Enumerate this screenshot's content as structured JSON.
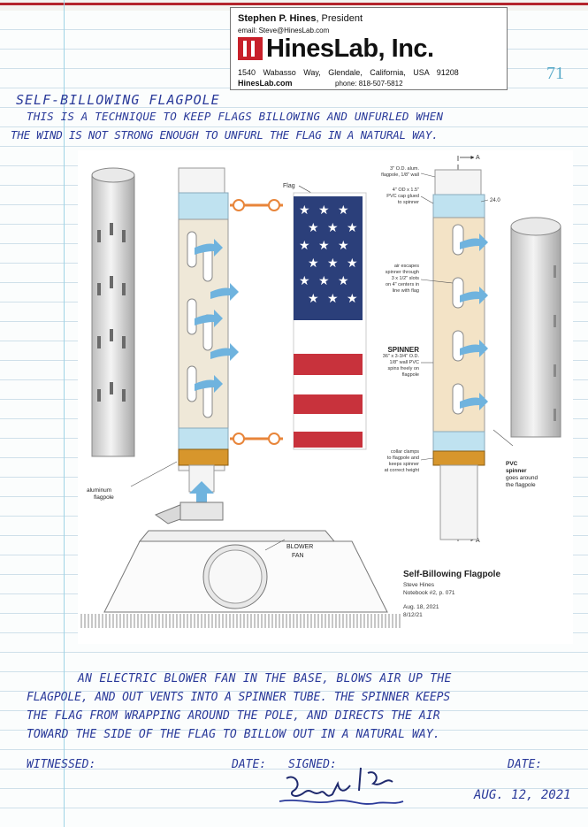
{
  "page_number": "71",
  "business_card": {
    "name": "Stephen P. Hines",
    "role": ", President",
    "email": "email: Steve@HinesLab.com",
    "company": "HinesLab, Inc.",
    "address": "1540 Wabasso Way, Glendale, California, USA 91208",
    "website": "HinesLab.com",
    "phone": "phone: 818-507-5812"
  },
  "title": "Self-Billowing Flagpole",
  "intro_line1": "This is a technique to keep flags billowing and unfurled when",
  "intro_line2": "the wind is not strong enough to unfurl the flag in a natural way.",
  "figure": {
    "labels": {
      "flag": "Flag",
      "section_a_top": "A",
      "section_a_bottom": "A",
      "pole_spec_1": "3\" O.D. alum.",
      "pole_spec_2": "flagpole, 1/8\" wall",
      "cap_spec_1": "4\" OD x 1.5\"",
      "cap_spec_2": "PVC cap glued",
      "cap_spec_3": "to spinner",
      "dim": "24.0",
      "air_1": "air escapes",
      "air_2": "spinner through",
      "air_3": "3 x 1/2\" slots",
      "air_4": "on 4\" centers in",
      "air_5": "line with flag",
      "spinner_title": "SPINNER",
      "spinner_1": "36\" x 3-3/4\" O.D.",
      "spinner_2": "1/8\" wall PVC",
      "spinner_3": "spins freely on",
      "spinner_4": "flagpole",
      "collar_1": "collar clamps",
      "collar_2": "to flagpole and",
      "collar_3": "keeps spinner",
      "collar_4": "at correct height",
      "pvc_1": "PVC",
      "pvc_2": "spinner",
      "pvc_3": "goes around",
      "pvc_4": "the flagpole",
      "alum_1": "aluminum",
      "alum_2": "flagpole",
      "blower_1": "BLOWER",
      "blower_2": "FAN",
      "caption_title": "Self-Billowing Flagpole",
      "caption_author": "Steve Hines",
      "caption_notebook": "Notebook #2, p. 071",
      "caption_date1": "Aug. 18, 2021",
      "caption_date2": "8/12/21"
    },
    "colors": {
      "flag_blue": "#2b3f7a",
      "flag_red": "#c8323c",
      "collar_orange": "#d7962c",
      "cap_blue": "#bfe2f0",
      "spinner_tan": "#f3e3c6",
      "arrow_blue": "#6fb3de",
      "connector_orange": "#e8853a"
    }
  },
  "body_line1": "An electric blower fan in the base, blows air up the",
  "body_line2": "flagpole, and out vents into a spinner tube. The spinner keeps",
  "body_line3": "the flag from wrapping around the pole, and directs the air",
  "body_line4": "toward the side of the flag to billow out in a natural way.",
  "footer": {
    "witnessed": "Witnessed:",
    "date_label_1": "Date:",
    "signed": "Signed:",
    "date_label_2": "Date:",
    "signed_date": "Aug. 12, 2021"
  }
}
